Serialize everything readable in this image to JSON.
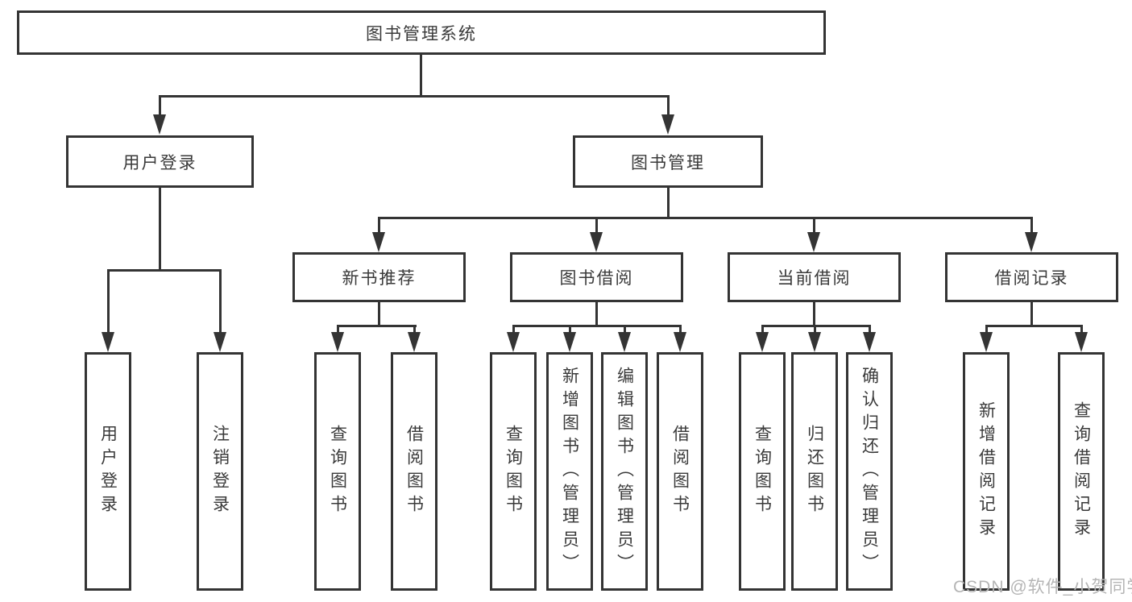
{
  "diagram_title": "图书管理系统",
  "tree": {
    "root": {
      "label": "图书管理系统",
      "children": [
        {
          "label": "用户登录",
          "children": [
            {
              "label": "用户登录"
            },
            {
              "label": "注销登录"
            }
          ]
        },
        {
          "label": "图书管理",
          "children": [
            {
              "label": "新书推荐",
              "children": [
                {
                  "label": "查询图书"
                },
                {
                  "label": "借阅图书"
                }
              ]
            },
            {
              "label": "图书借阅",
              "children": [
                {
                  "label": "查询图书"
                },
                {
                  "label": "新增图书（管理员）"
                },
                {
                  "label": "编辑图书（管理员）"
                },
                {
                  "label": "借阅图书"
                }
              ]
            },
            {
              "label": "当前借阅",
              "children": [
                {
                  "label": "查询图书"
                },
                {
                  "label": "归还图书"
                },
                {
                  "label": "确认归还（管理员）"
                }
              ]
            },
            {
              "label": "借阅记录",
              "children": [
                {
                  "label": "新增借阅记录"
                },
                {
                  "label": "查询借阅记录"
                }
              ]
            }
          ]
        }
      ]
    }
  },
  "watermark": {
    "text": "CSDN @软件_小贺同学"
  },
  "colors": {
    "line": "#343434",
    "text": "#3a3a3a",
    "watermark": "#b5b5b5",
    "background": "#ffffff"
  }
}
